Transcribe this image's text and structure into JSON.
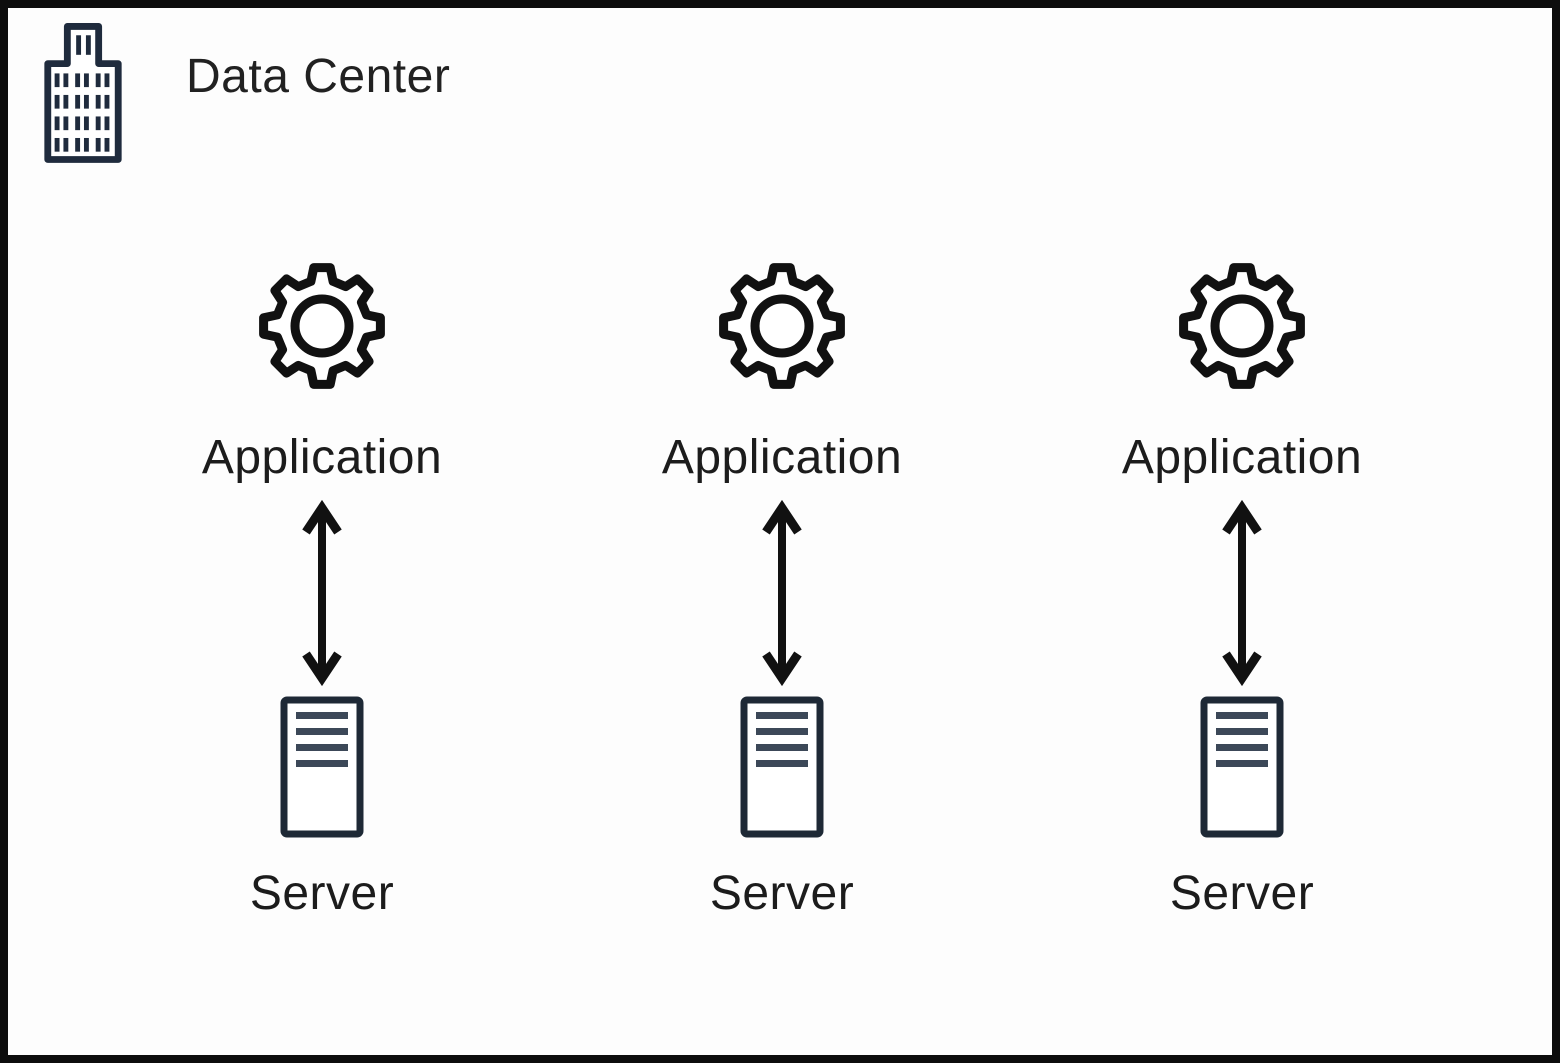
{
  "header": {
    "title": "Data Center",
    "icon": "building-icon"
  },
  "diagram": {
    "pairs": [
      {
        "application_label": "Application",
        "server_label": "Server",
        "connector": "bidirectional-arrow"
      },
      {
        "application_label": "Application",
        "server_label": "Server",
        "connector": "bidirectional-arrow"
      },
      {
        "application_label": "Application",
        "server_label": "Server",
        "connector": "bidirectional-arrow"
      }
    ]
  },
  "colors": {
    "boundary_border": "#0d0d0d",
    "background": "#fdfdfd",
    "building_stroke": "#1f2b3d",
    "server_stroke": "#1e2936",
    "server_bars": "#3c4858",
    "gear_stroke": "#111111",
    "arrow_stroke": "#111111",
    "text": "#212121"
  }
}
